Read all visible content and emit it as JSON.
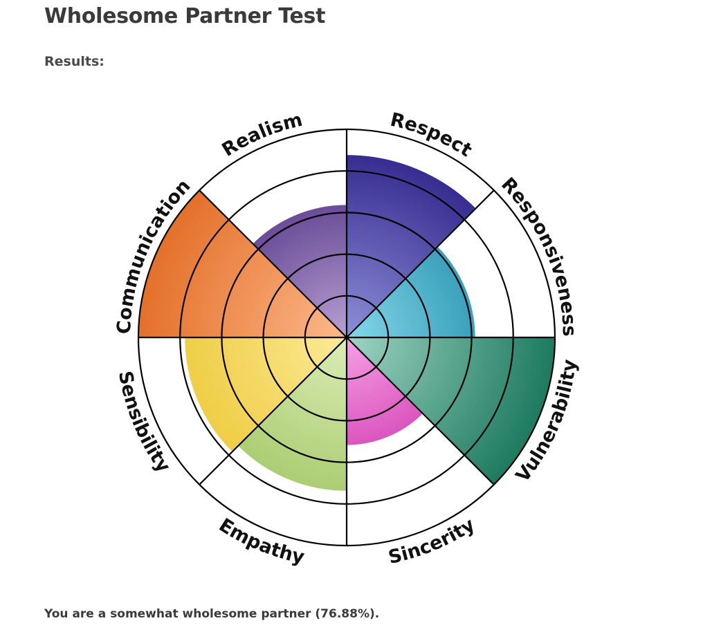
{
  "page": {
    "title": "Wholesome Partner Test",
    "results_label": "Results:",
    "summary": "You are a somewhat wholesome partner (76.88%)."
  },
  "chart_data": {
    "type": "polar-area",
    "rings": 5,
    "max": 5,
    "grid": true,
    "categories": [
      "Respect",
      "Responsiveness",
      "Vulnerability",
      "Sincerity",
      "Empathy",
      "Sensibility",
      "Communication",
      "Realism"
    ],
    "values": [
      4.4,
      3.1,
      5,
      2.6,
      3.7,
      3.9,
      5,
      3.2
    ],
    "colors": [
      [
        "#8e8fd8",
        "#2a1f86"
      ],
      [
        "#86d7ea",
        "#0a7e9e"
      ],
      [
        "#9fd4c3",
        "#1d7a5f"
      ],
      [
        "#f7a0e6",
        "#c0119a"
      ],
      [
        "#dcedb8",
        "#9ac25a"
      ],
      [
        "#fcea98",
        "#ecc52e"
      ],
      [
        "#fcb98c",
        "#e4702a"
      ],
      [
        "#b9a0d4",
        "#3d1e74"
      ]
    ]
  }
}
